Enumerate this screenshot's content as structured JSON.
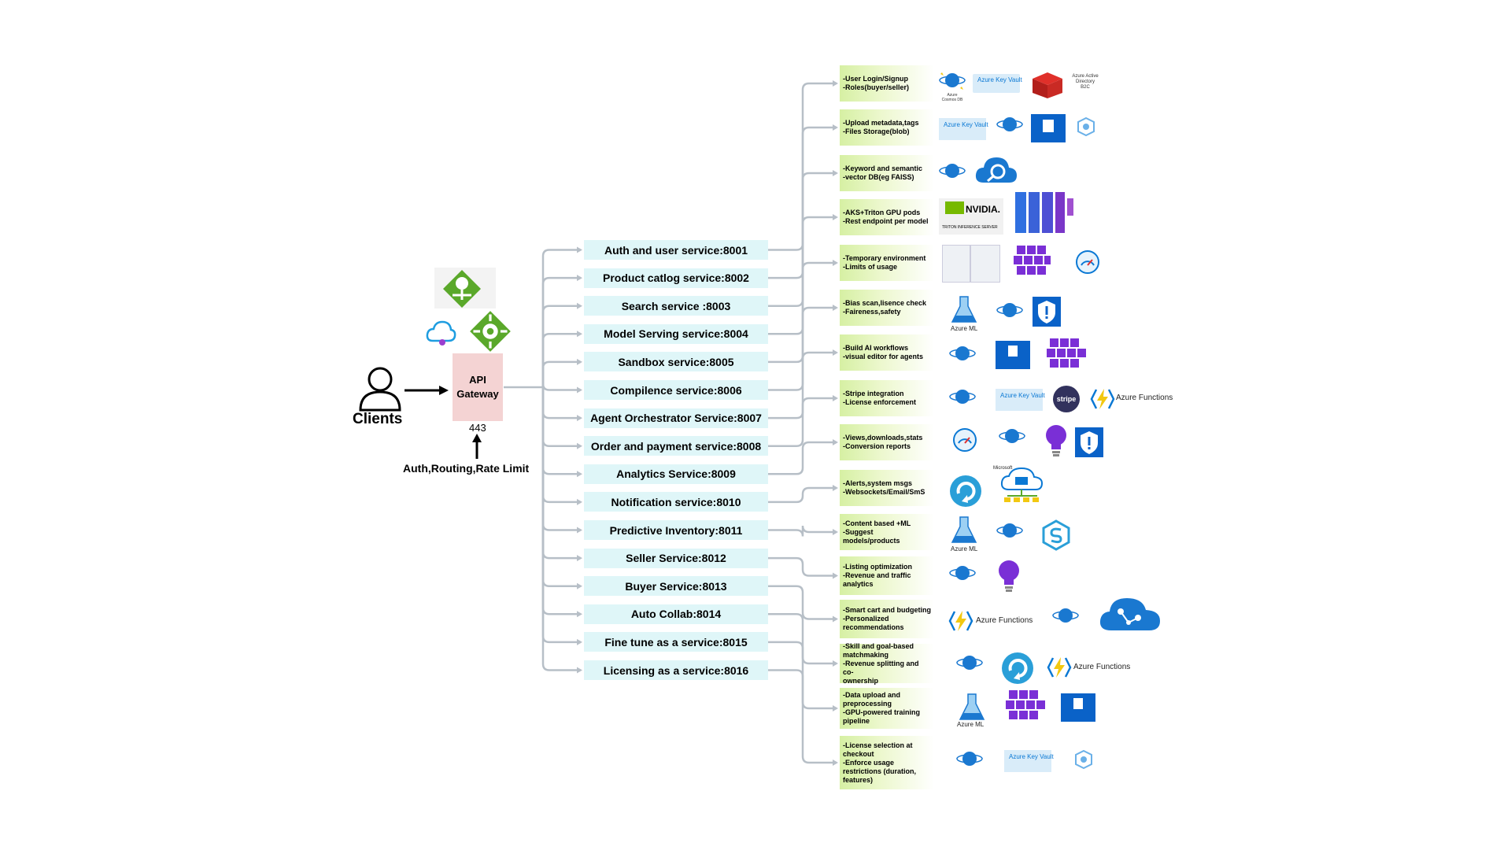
{
  "clients": {
    "label": "Clients"
  },
  "gateway": {
    "label": "API Gateway",
    "port": "443",
    "caption": "Auth,Routing,Rate Limit"
  },
  "services": [
    "Auth and user service:8001",
    "Product catlog service:8002",
    "Search service :8003",
    "Model Serving service:8004",
    "Sandbox service:8005",
    "Compilence service:8006",
    "Agent Orchestrator Service:8007",
    "Order and payment service:8008",
    "Analytics Service:8009",
    "Notification service:8010",
    "Predictive Inventory:8011",
    "Seller Service:8012",
    "Buyer Service:8013",
    "Auto Collab:8014",
    "Fine tune as a service:8015",
    "Licensing  as a service:8016"
  ],
  "features": [
    [
      "-User Login/Signup",
      "-Roles(buyer/seller)"
    ],
    [
      "-Upload metadata,tags",
      "-Files Storage(blob)"
    ],
    [
      "-Keyword and semantic",
      "-vector DB(eg FAISS)"
    ],
    [
      "-AKS+Triton GPU pods",
      "-Rest endpoint per model"
    ],
    [
      "-Temporary environment",
      "-Limits of usage"
    ],
    [
      "-Bias scan,lisence check",
      "-Faireness,safety"
    ],
    [
      "-Build AI workflows",
      "-visual editor for agents"
    ],
    [
      "-Stripe integration",
      "-License enforcement"
    ],
    [
      "-Views,downloads,stats",
      "-Conversion reports"
    ],
    [
      "-Alerts,system msgs",
      "-Websockets/Email/SmS"
    ],
    [
      "-Content based +ML",
      "-Suggest models/products"
    ],
    [
      "-Listing optimization",
      "-Revenue and traffic",
      "analytics"
    ],
    [
      "-Smart cart and budgeting",
      "-Personalized",
      "recommendations"
    ],
    [
      "-Skill and goal-based",
      "matchmaking",
      "-Revenue splitting and co-",
      "ownership"
    ],
    [
      "-Data upload and",
      "preprocessing",
      "-GPU-powered training",
      "pipeline"
    ],
    [
      "-License selection at",
      "checkout",
      "-Enforce usage",
      "restrictions (duration,",
      "features)"
    ]
  ],
  "icon_labels": {
    "key_vault": "Azure Key Vault",
    "azure_ml": "Azure ML",
    "azure_functions": "Azure Functions",
    "stripe": "stripe",
    "nvidia": "NVIDIA.",
    "triton": "TRITON INFERENCE SERVER",
    "aad": "Azure Active Directory B2C",
    "microsoft": "Microsoft"
  },
  "colors": {
    "wire": "#b7bfc7",
    "service_box": "#dff6f8",
    "feature_box": "#d6f0a3",
    "gateway_box": "#f4d3d3",
    "azure_blue": "#0a78d4",
    "purple": "#7a2fd6",
    "green_router": "#5aa82a"
  }
}
